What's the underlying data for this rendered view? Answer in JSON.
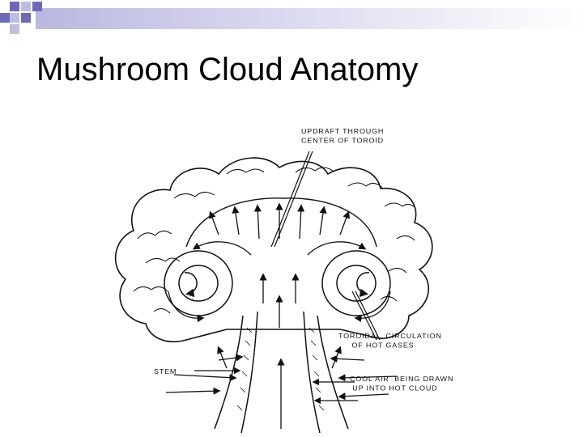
{
  "slide": {
    "title": "Mushroom Cloud Anatomy"
  },
  "diagram": {
    "labels": {
      "updraft": "UPDRAFT THROUGH\nCENTER OF TOROID",
      "toroidal": "TOROIDAL  CIRCULATION\n     OF HOT GASES",
      "stem": "STEM",
      "cool_air": "COOL AIR  BEING DRAWN\n UP INTO HOT CLOUD"
    }
  },
  "colors": {
    "accent_dark": "#6a6ab8",
    "accent_light": "#bdbde2",
    "ink": "#111111"
  }
}
